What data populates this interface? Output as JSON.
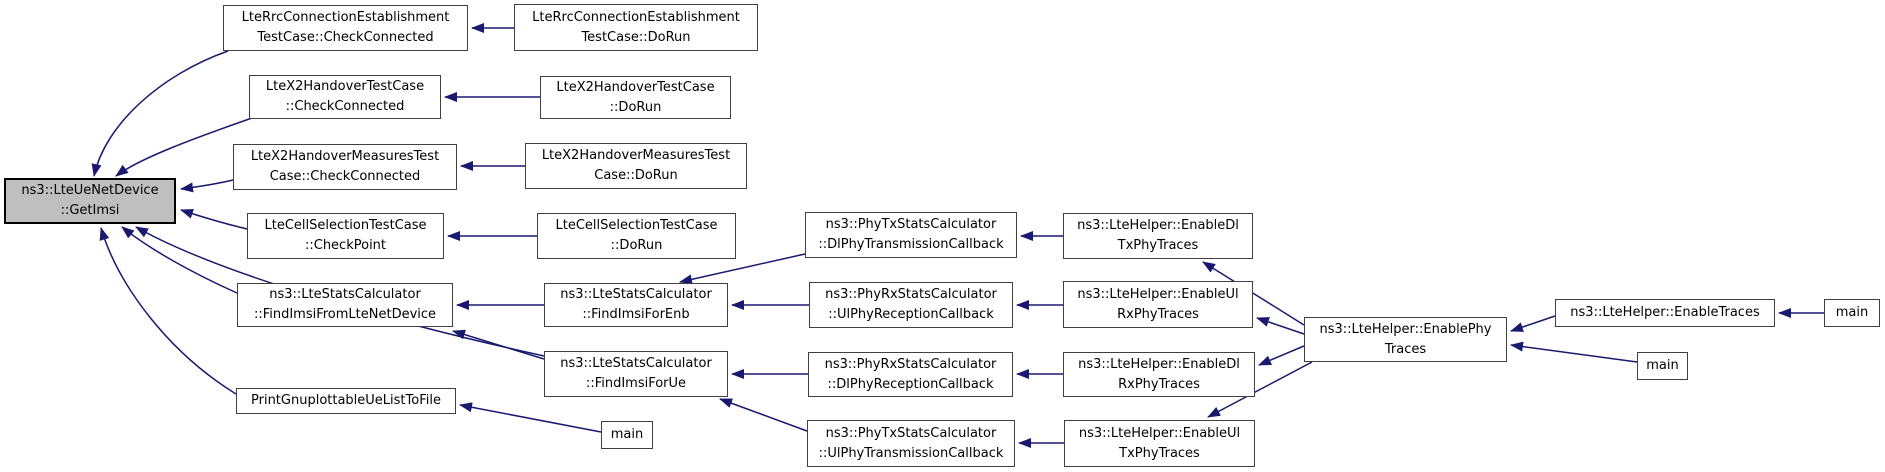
{
  "diagram": {
    "kind": "doxygen-caller-graph",
    "colors": {
      "edge": "#191970",
      "root_fill": "#bfbfbf",
      "node_border": "#404040",
      "node_fill": "#ffffff"
    },
    "nodes": {
      "get_imsi": {
        "line1": "ns3::LteUeNetDevice",
        "line2": "::GetImsi"
      },
      "rrc_check": {
        "line1": "LteRrcConnectionEstablishment",
        "line2": "TestCase::CheckConnected"
      },
      "x2_check": {
        "line1": "LteX2HandoverTestCase",
        "line2": "::CheckConnected"
      },
      "x2m_check": {
        "line1": "LteX2HandoverMeasuresTest",
        "line2": "Case::CheckConnected"
      },
      "cellsel_check": {
        "line1": "LteCellSelectionTestCase",
        "line2": "::CheckPoint"
      },
      "find_imsi_dev": {
        "line1": "ns3::LteStatsCalculator",
        "line2": "::FindImsiFromLteNetDevice"
      },
      "print_gnuplot": {
        "line1": "PrintGnuplottableUeListToFile"
      },
      "rrc_dorun": {
        "line1": "LteRrcConnectionEstablishment",
        "line2": "TestCase::DoRun"
      },
      "x2_dorun": {
        "line1": "LteX2HandoverTestCase",
        "line2": "::DoRun"
      },
      "x2m_dorun": {
        "line1": "LteX2HandoverMeasuresTest",
        "line2": "Case::DoRun"
      },
      "cellsel_dorun": {
        "line1": "LteCellSelectionTestCase",
        "line2": "::DoRun"
      },
      "find_imsi_enb": {
        "line1": "ns3::LteStatsCalculator",
        "line2": "::FindImsiForEnb"
      },
      "find_imsi_ue": {
        "line1": "ns3::LteStatsCalculator",
        "line2": "::FindImsiForUe"
      },
      "main_bottom": {
        "line1": "main"
      },
      "dl_phy_tx_cb": {
        "line1": "ns3::PhyTxStatsCalculator",
        "line2": "::DlPhyTransmissionCallback"
      },
      "ul_phy_rx_cb": {
        "line1": "ns3::PhyRxStatsCalculator",
        "line2": "::UlPhyReceptionCallback"
      },
      "dl_phy_rx_cb": {
        "line1": "ns3::PhyRxStatsCalculator",
        "line2": "::DlPhyReceptionCallback"
      },
      "ul_phy_tx_cb": {
        "line1": "ns3::PhyTxStatsCalculator",
        "line2": "::UlPhyTransmissionCallback"
      },
      "enable_dl_tx": {
        "line1": "ns3::LteHelper::EnableDl",
        "line2": "TxPhyTraces"
      },
      "enable_ul_rx": {
        "line1": "ns3::LteHelper::EnableUl",
        "line2": "RxPhyTraces"
      },
      "enable_dl_rx": {
        "line1": "ns3::LteHelper::EnableDl",
        "line2": "RxPhyTraces"
      },
      "enable_ul_tx": {
        "line1": "ns3::LteHelper::EnableUl",
        "line2": "TxPhyTraces"
      },
      "enable_phy": {
        "line1": "ns3::LteHelper::EnablePhy",
        "line2": "Traces"
      },
      "enable_traces": {
        "line1": "ns3::LteHelper::EnableTraces"
      },
      "main_mid": {
        "line1": "main"
      },
      "main_right": {
        "line1": "main"
      }
    }
  }
}
